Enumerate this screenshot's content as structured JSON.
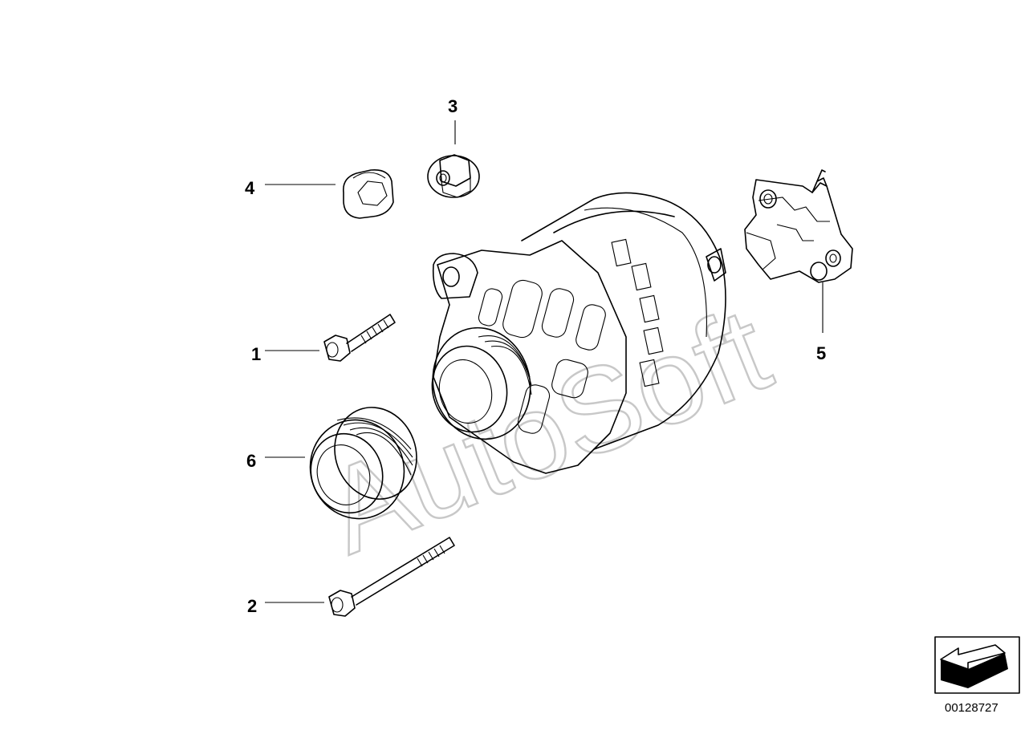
{
  "callouts": {
    "one": "1",
    "two": "2",
    "three": "3",
    "four": "4",
    "five": "5",
    "six": "6"
  },
  "watermark": "AutoSoft",
  "diagram_code": "00128727",
  "icons": {
    "orientation": "view-direction-arrow-icon"
  },
  "colors": {
    "line": "#000000",
    "watermark": "#c8c8c8",
    "background": "#ffffff"
  }
}
